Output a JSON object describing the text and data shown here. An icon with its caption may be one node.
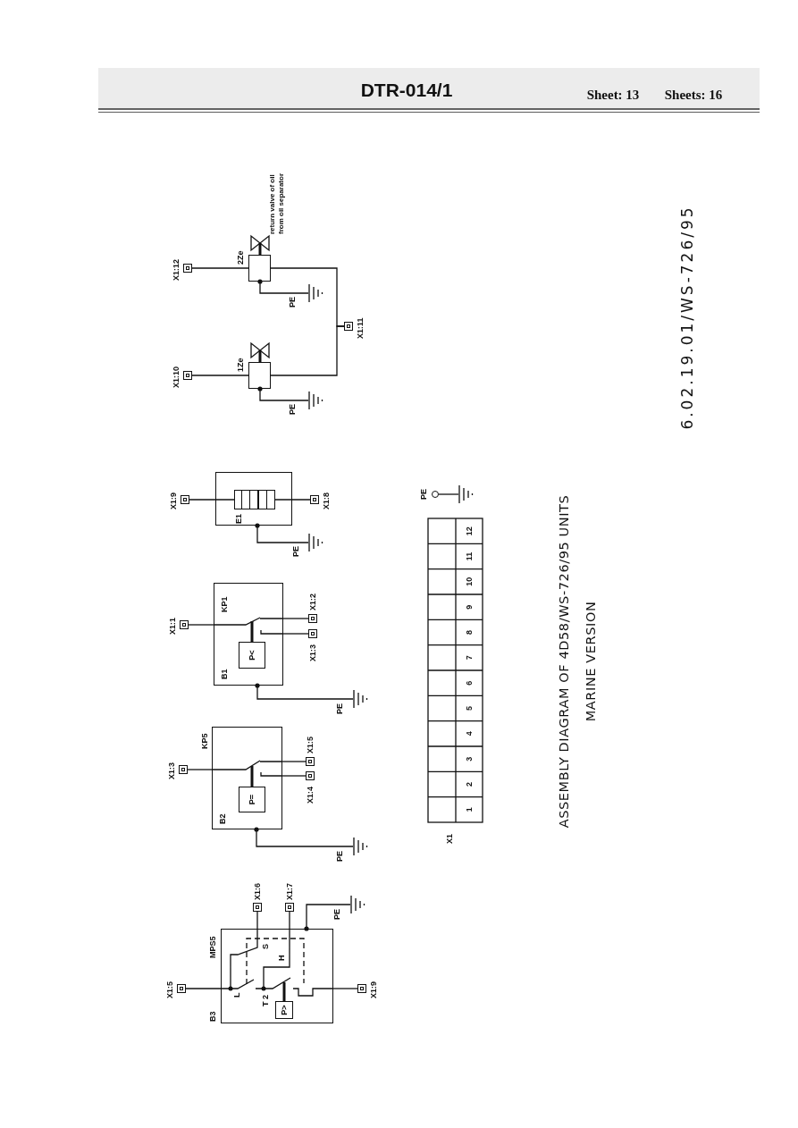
{
  "diagram": {
    "title": "ASSEMBLY DIAGRAM OF 4D58/WS-726/95 UNITS",
    "nodes": [
      {
        "text": [
          "B3",
          "MPS5"
        ]
      },
      {
        "text": [
          "P>"
        ],
        "in": 0
      },
      {
        "text": [],
        "shape": "box",
        "beside": [
          "X1:5"
        ]
      },
      {
        "text": [],
        "shape": "box",
        "beside": [
          "X1:6"
        ]
      },
      {
        "text": [],
        "shape": "box",
        "beside": [
          "X1:7"
        ]
      },
      {
        "text": [],
        "shape": "box",
        "beside": [
          "X1:9"
        ]
      },
      {
        "text": [],
        "shape": "ground"
      },
      {
        "text": [
          "KP5",
          "B2"
        ]
      },
      {
        "text": [
          "P="
        ],
        "in": 7
      },
      {
        "text": [],
        "shape": "box",
        "beside": [
          "X1:3"
        ]
      },
      {
        "text": [],
        "shape": "box",
        "beside": [
          "X1:5"
        ]
      },
      {
        "text": [],
        "shape": "box",
        "beside": [
          "X1:4"
        ]
      },
      {
        "text": [],
        "shape": "ground"
      },
      {
        "text": [
          "KP1",
          "B1"
        ]
      },
      {
        "text": [
          "P<"
        ],
        "in": 13
      },
      {
        "text": [],
        "shape": "box",
        "beside": [
          "X1:1"
        ]
      },
      {
        "text": [],
        "shape": "box",
        "beside": [
          "X1:2"
        ]
      },
      {
        "text": [],
        "shape": "box",
        "beside": [
          "X1:3"
        ]
      },
      {
        "text": [],
        "shape": "ground"
      },
      {
        "text": [
          "E1"
        ]
      },
      {
        "text": [],
        "shape": "box",
        "in": 19
      },
      {
        "text": [],
        "shape": "box",
        "beside": [
          "X1:9"
        ]
      },
      {
        "text": [],
        "shape": "box",
        "beside": [
          "X1:8"
        ]
      },
      {
        "text": [],
        "shape": "ground"
      },
      {
        "text": [
          "1Ze"
        ]
      },
      {
        "text": [],
        "shape": "box",
        "beside": [
          "X1:10"
        ]
      },
      {
        "text": [],
        "shape": "ground"
      },
      {
        "text": [
          "2Ze"
        ],
        "beside": [
          "return valve of oil from oil separator"
        ]
      },
      {
        "text": [],
        "shape": "box",
        "beside": [
          "X1:12"
        ]
      },
      {
        "text": [],
        "shape": "ground"
      },
      {
        "text": [],
        "shape": "box",
        "beside": [
          "X1:11"
        ]
      },
      {
        "text": [],
        "shape": "circle",
        "beside": [
          "PE"
        ]
      },
      {
        "text": [],
        "shape": "ground"
      }
    ],
    "edges": [
      {
        "from": 2,
        "to": 0,
        "arrow": "none"
      },
      {
        "from": 0,
        "to": 3,
        "arrow": "none"
      },
      {
        "from": 0,
        "to": 4,
        "arrow": "none"
      },
      {
        "from": 0,
        "to": 5,
        "arrow": "none"
      },
      {
        "from": 0,
        "to": 6,
        "arrow": "other",
        "label": "PE"
      },
      {
        "from": 9,
        "to": 7,
        "arrow": "none"
      },
      {
        "from": 7,
        "to": 10,
        "arrow": "none"
      },
      {
        "from": 7,
        "to": 11,
        "arrow": "none"
      },
      {
        "from": 7,
        "to": 12,
        "arrow": "other",
        "label": "PE"
      },
      {
        "from": 15,
        "to": 13,
        "arrow": "none"
      },
      {
        "from": 13,
        "to": 16,
        "arrow": "none"
      },
      {
        "from": 13,
        "to": 17,
        "arrow": "none"
      },
      {
        "from": 13,
        "to": 18,
        "arrow": "other",
        "label": "PE"
      },
      {
        "from": 21,
        "to": 20,
        "arrow": "none"
      },
      {
        "from": 20,
        "to": 22,
        "arrow": "none"
      },
      {
        "from": 19,
        "to": 23,
        "arrow": "other",
        "label": "PE"
      },
      {
        "from": 25,
        "to": 24,
        "arrow": "none"
      },
      {
        "from": 24,
        "to": 26,
        "arrow": "other",
        "label": "PE"
      },
      {
        "from": 24,
        "to": 30,
        "arrow": "none"
      },
      {
        "from": 28,
        "to": 27,
        "arrow": "none"
      },
      {
        "from": 27,
        "to": 29,
        "arrow": "other",
        "label": "PE"
      },
      {
        "from": 27,
        "to": 30,
        "arrow": "none"
      },
      {
        "from": 31,
        "to": 32,
        "arrow": "none"
      },
      {
        "from": 1,
        "to": null,
        "arrow": "none"
      },
      {
        "from": 8,
        "to": null,
        "arrow": "none"
      },
      {
        "from": 14,
        "to": null,
        "arrow": "none"
      }
    ],
    "labels": [
      "DTR-014/1",
      "Sheet: 13",
      "Sheets: 16",
      "L",
      "T 2",
      "S",
      "H",
      "X1",
      "1",
      "2",
      "3",
      "4",
      "5",
      "6",
      "7",
      "8",
      "9",
      "10",
      "11",
      "12",
      "MARINE VERSION",
      "6.02.19.01/WS-726/95"
    ]
  }
}
